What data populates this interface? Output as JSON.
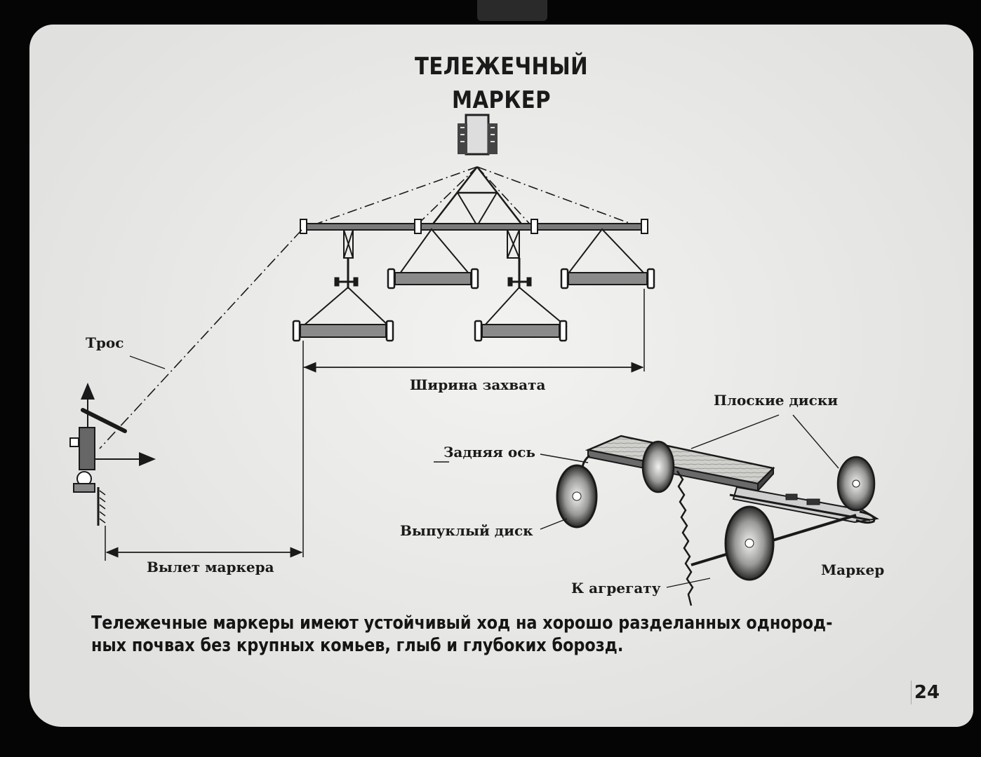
{
  "title": "ТЕЛЕЖЕЧНЫЙ МАРКЕР",
  "labels": {
    "tros": "Трос",
    "shirina": "Ширина захвата",
    "ploskie_diski": "Плоские диски",
    "zadnyaya_os": "Задняя ось",
    "vypukly_disk": "Выпуклый диск",
    "vylet_markera": "Вылет маркера",
    "k_agregatu": "К агрегату",
    "marker": "Маркер"
  },
  "caption": {
    "line1": "Тележечные маркеры имеют устойчивый ход на хорошо разделанных однород-",
    "line2": "ных почвах  без крупных комьев, глыб и глубоких борозд."
  },
  "page_number": "24"
}
